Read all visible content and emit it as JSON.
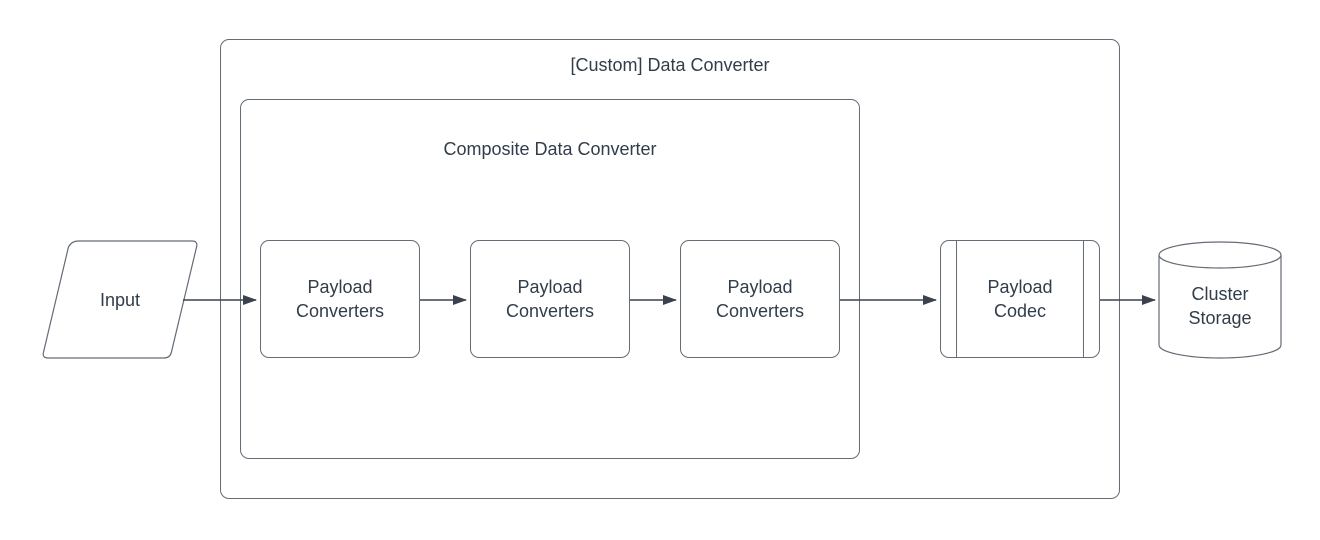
{
  "diagram": {
    "colors": {
      "background": "#ffffff",
      "shape_fill": "#ffffff",
      "shape_stroke": "#646c76",
      "arrow": "#39424d",
      "text": "#313d4a"
    },
    "nodes": {
      "custom_converter": {
        "label": "[Custom] Data Converter",
        "shape": "group-container"
      },
      "composite_converter": {
        "label": "Composite Data Converter",
        "shape": "group-container"
      },
      "input": {
        "label": "Input",
        "shape": "parallelogram"
      },
      "payload_converter_1": {
        "label": "Payload Converters",
        "shape": "rounded-rect"
      },
      "payload_converter_2": {
        "label": "Payload Converters",
        "shape": "rounded-rect"
      },
      "payload_converter_3": {
        "label": "Payload Converters",
        "shape": "rounded-rect"
      },
      "payload_codec": {
        "label": "Payload Codec",
        "shape": "predefined-process"
      },
      "cluster_storage": {
        "label": "Cluster Storage",
        "shape": "cylinder"
      }
    },
    "edges": [
      {
        "from": "input",
        "to": "payload_converter_1"
      },
      {
        "from": "payload_converter_1",
        "to": "payload_converter_2"
      },
      {
        "from": "payload_converter_2",
        "to": "payload_converter_3"
      },
      {
        "from": "payload_converter_3",
        "to": "payload_codec"
      },
      {
        "from": "payload_codec",
        "to": "cluster_storage"
      }
    ]
  }
}
